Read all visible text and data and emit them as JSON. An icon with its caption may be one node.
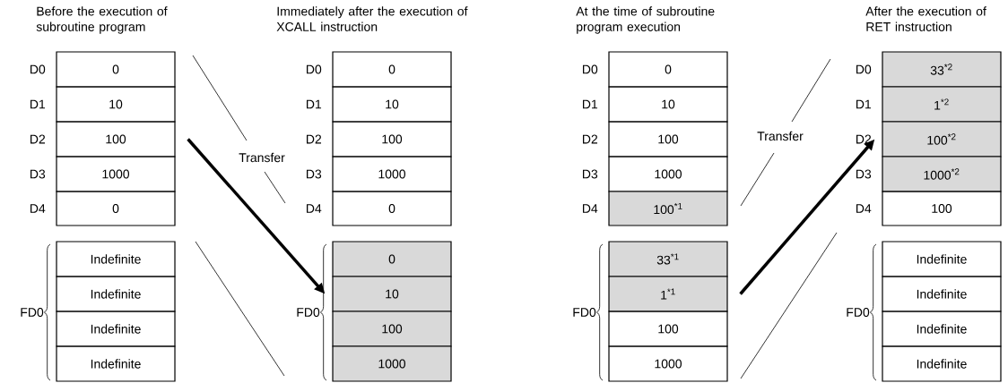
{
  "diagram": {
    "nodes": [
      {
        "text": [
          "0"
        ],
        "beside": [
          "D0"
        ]
      },
      {
        "text": [
          "10"
        ],
        "beside": [
          "D1"
        ]
      },
      {
        "text": [
          "100"
        ],
        "beside": [
          "D2"
        ]
      },
      {
        "text": [
          "1000"
        ],
        "beside": [
          "D3"
        ]
      },
      {
        "text": [
          "0"
        ],
        "beside": [
          "D4"
        ]
      },
      {
        "text": [
          "Indefinite"
        ]
      },
      {
        "text": [
          "Indefinite"
        ]
      },
      {
        "text": [
          "Indefinite"
        ]
      },
      {
        "text": [
          "Indefinite"
        ]
      },
      {
        "text": [
          "0"
        ],
        "beside": [
          "D0"
        ]
      },
      {
        "text": [
          "10"
        ],
        "beside": [
          "D1"
        ]
      },
      {
        "text": [
          "100"
        ],
        "beside": [
          "D2"
        ]
      },
      {
        "text": [
          "1000"
        ],
        "beside": [
          "D3"
        ]
      },
      {
        "text": [
          "0"
        ],
        "beside": [
          "D4"
        ]
      },
      {
        "text": [
          "0"
        ]
      },
      {
        "text": [
          "10"
        ]
      },
      {
        "text": [
          "100"
        ]
      },
      {
        "text": [
          "1000"
        ]
      },
      {
        "text": [
          "0"
        ],
        "beside": [
          "D0"
        ]
      },
      {
        "text": [
          "10"
        ],
        "beside": [
          "D1"
        ]
      },
      {
        "text": [
          "100"
        ],
        "beside": [
          "D2"
        ]
      },
      {
        "text": [
          "1000"
        ],
        "beside": [
          "D3"
        ]
      },
      {
        "text": [
          "100$^{*1}$"
        ],
        "beside": [
          "D4"
        ]
      },
      {
        "text": [
          "33$^{*1}$"
        ]
      },
      {
        "text": [
          "1$^{*1}$"
        ]
      },
      {
        "text": [
          "100"
        ]
      },
      {
        "text": [
          "1000"
        ]
      },
      {
        "text": [
          "33$^{*2}$"
        ],
        "beside": [
          "D0"
        ]
      },
      {
        "text": [
          "1$^{*2}$"
        ],
        "beside": [
          "D1"
        ]
      },
      {
        "text": [
          "100$^{*2}$"
        ],
        "beside": [
          "D2"
        ]
      },
      {
        "text": [
          "1000$^{*2}$"
        ],
        "beside": [
          "D3"
        ]
      },
      {
        "text": [
          "100"
        ],
        "beside": [
          "D4"
        ]
      },
      {
        "text": [
          "Indefinite"
        ]
      },
      {
        "text": [
          "Indefinite"
        ]
      },
      {
        "text": [
          "Indefinite"
        ]
      },
      {
        "text": [
          "Indefinite"
        ]
      }
    ],
    "edges": [
      {
        "from": 2,
        "to": 15,
        "arrow": "to"
      },
      {
        "from": 24,
        "to": 29,
        "arrow": "to"
      }
    ],
    "labels": [
      "Before the execution of subroutine program",
      "Immediately after the execution of XCALL instruction",
      "At the time of subroutine program execution",
      "After the execution of RET instruction",
      "Transfer",
      "Transfer",
      "FD0",
      "FD0",
      "FD0",
      "FD0"
    ]
  }
}
